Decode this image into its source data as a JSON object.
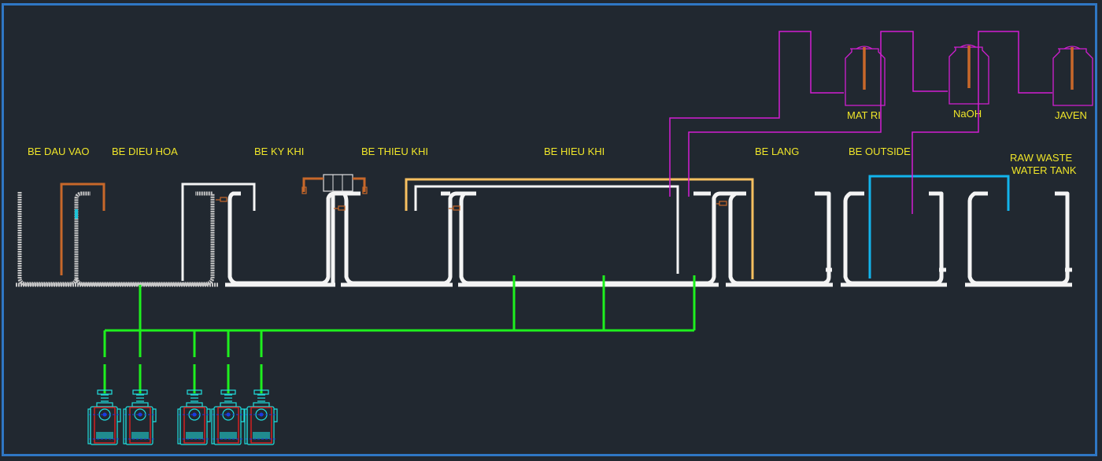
{
  "drawing": {
    "background": "#212830",
    "frame_color": "#2f77c4",
    "label_color": "#f0e629"
  },
  "tanks": [
    {
      "id": "be-dau-vao",
      "label": "BE DAU VAO"
    },
    {
      "id": "be-dieu-hoa",
      "label": "BE DIEU HOA"
    },
    {
      "id": "be-ky-khi",
      "label": "BE KY KHI"
    },
    {
      "id": "be-thieu-khi",
      "label": "BE THIEU KHI"
    },
    {
      "id": "be-hieu-khi",
      "label": "BE HIEU KHI"
    },
    {
      "id": "be-lang",
      "label": "BE LANG"
    },
    {
      "id": "be-outside",
      "label": "BE OUTSIDE"
    },
    {
      "id": "raw-waste-water-tank",
      "label_line1": "RAW WASTE",
      "label_line2": "WATER TANK"
    }
  ],
  "chemicals": [
    {
      "id": "mat-ri",
      "label": "MAT RI"
    },
    {
      "id": "naoh",
      "label": "NaOH"
    },
    {
      "id": "javen",
      "label": "JAVEN"
    }
  ],
  "pipes": {
    "air": {
      "color": "#1ef01e"
    },
    "chemical_dosing": {
      "color": "#d21ed2"
    },
    "sludge_return": {
      "color": "#f7c060"
    },
    "transfer": {
      "color": "#12b4ec"
    },
    "inlet": {
      "color": "#c8682a"
    }
  },
  "blowers": {
    "count": 5,
    "color": "#20dede"
  }
}
